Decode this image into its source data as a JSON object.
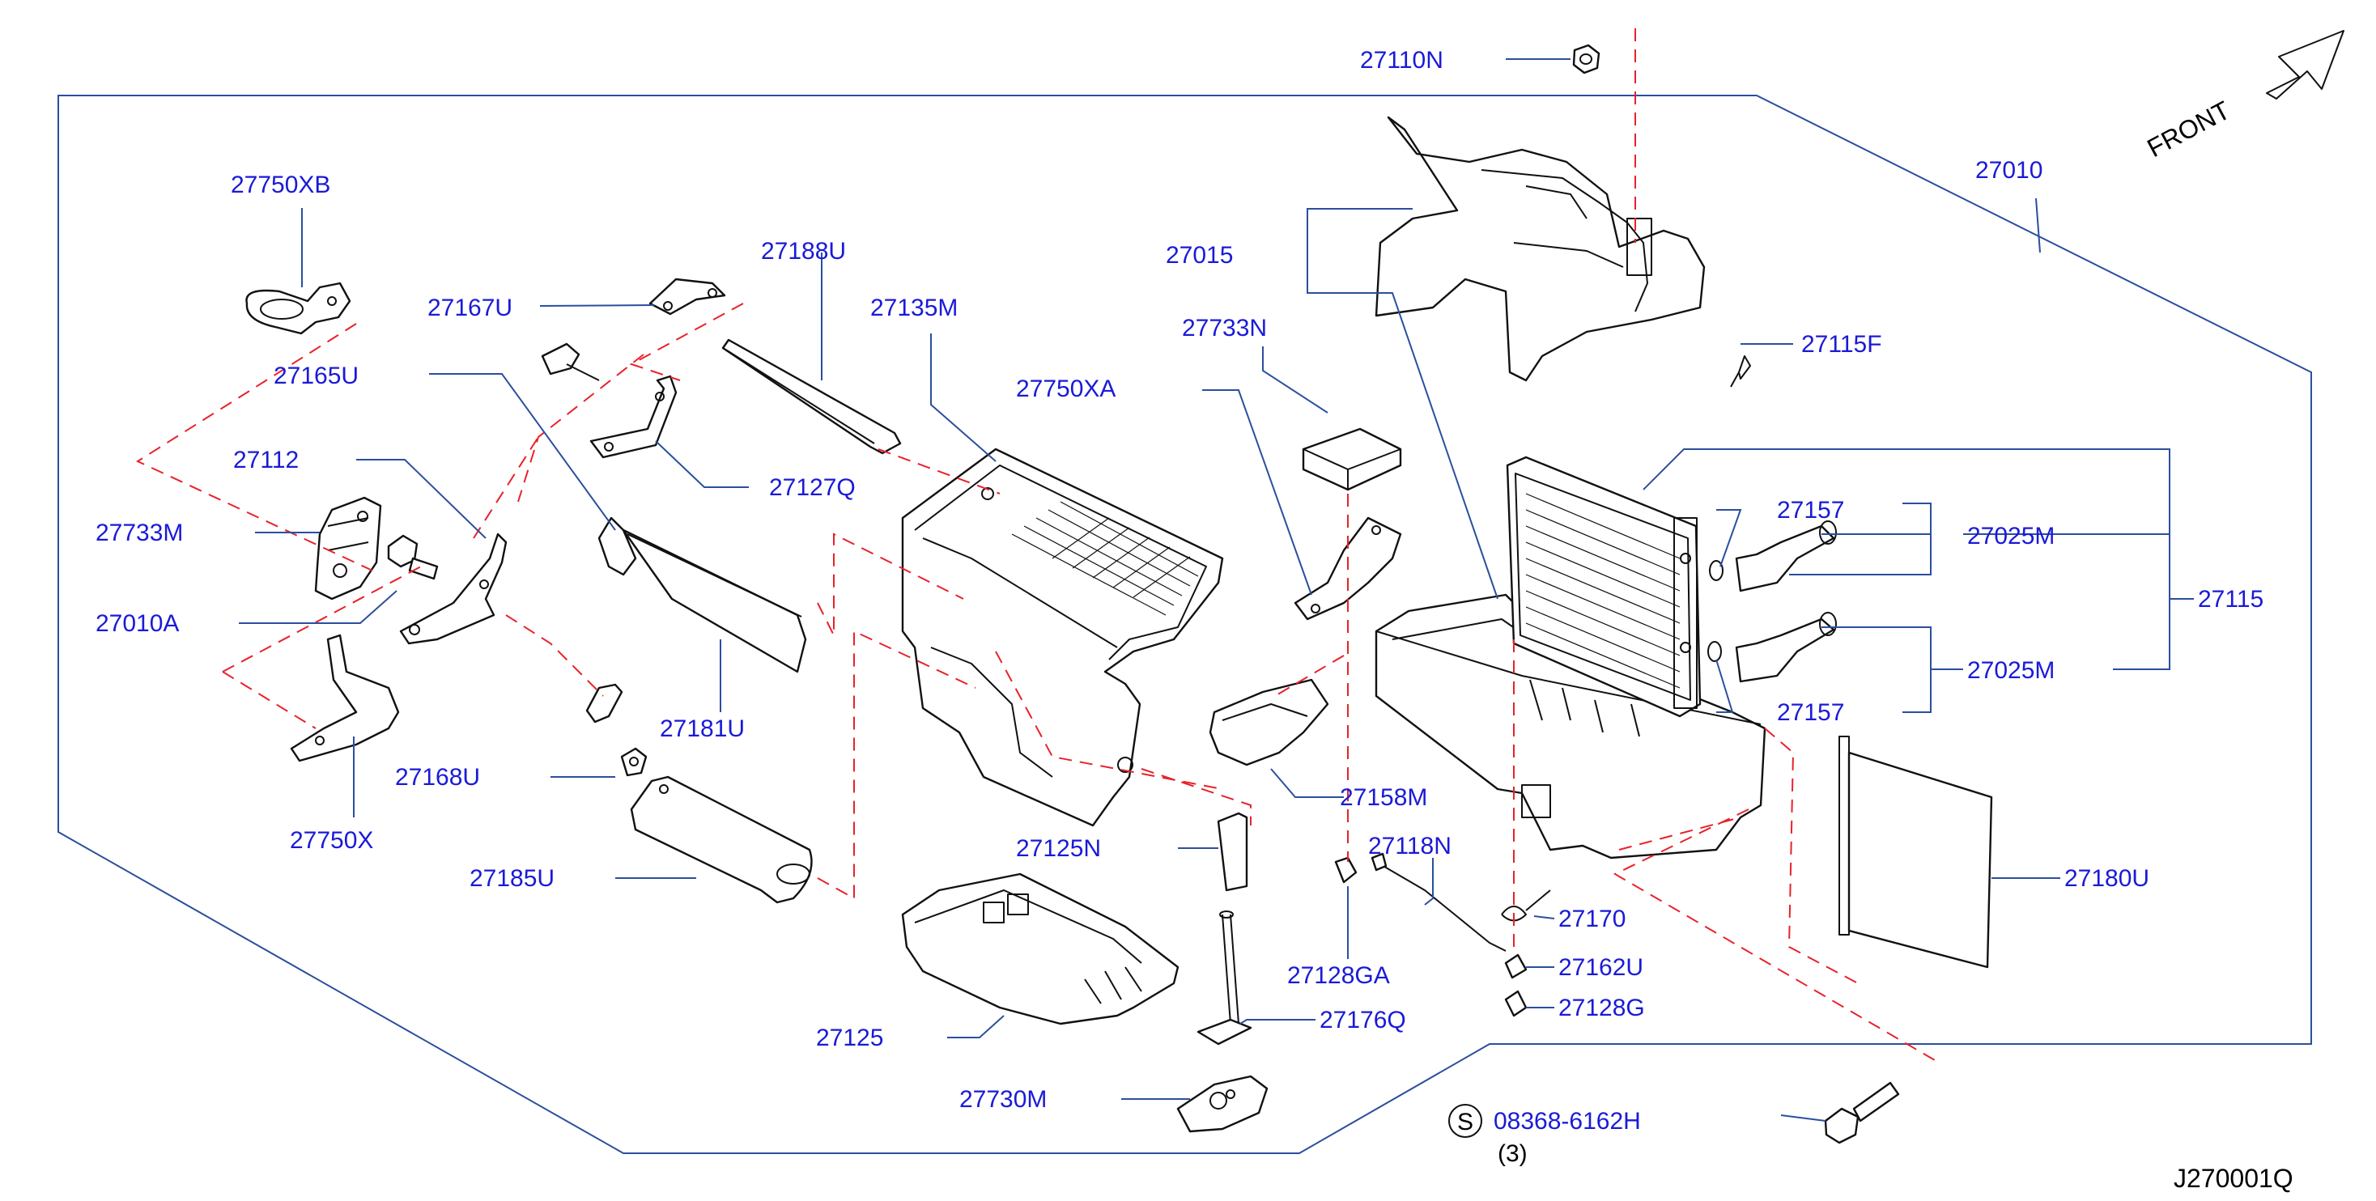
{
  "diagram_code": "J270001Q",
  "orientation_label": "FRONT",
  "screw_note": {
    "symbol": "S",
    "part": "08368-6162H",
    "qty": "(3)"
  },
  "part_labels": [
    "27750XB",
    "27167U",
    "27188U",
    "27135M",
    "27015",
    "27110N",
    "27010",
    "27733N",
    "27750XA",
    "27165U",
    "27112",
    "27127Q",
    "27733M",
    "27010A",
    "27181U",
    "27168U",
    "27750X",
    "27185U",
    "27125N",
    "27158M",
    "27118N",
    "27128GA",
    "27125",
    "27176Q",
    "27730M",
    "27170",
    "27162U",
    "27128G",
    "27115F",
    "27157",
    "27025M",
    "27115",
    "27025M",
    "27157",
    "27180U"
  ],
  "colors": {
    "label": "#1a1ad8",
    "leader": "#2b4f9e",
    "dashed": "#e8222a",
    "part": "#111111"
  }
}
